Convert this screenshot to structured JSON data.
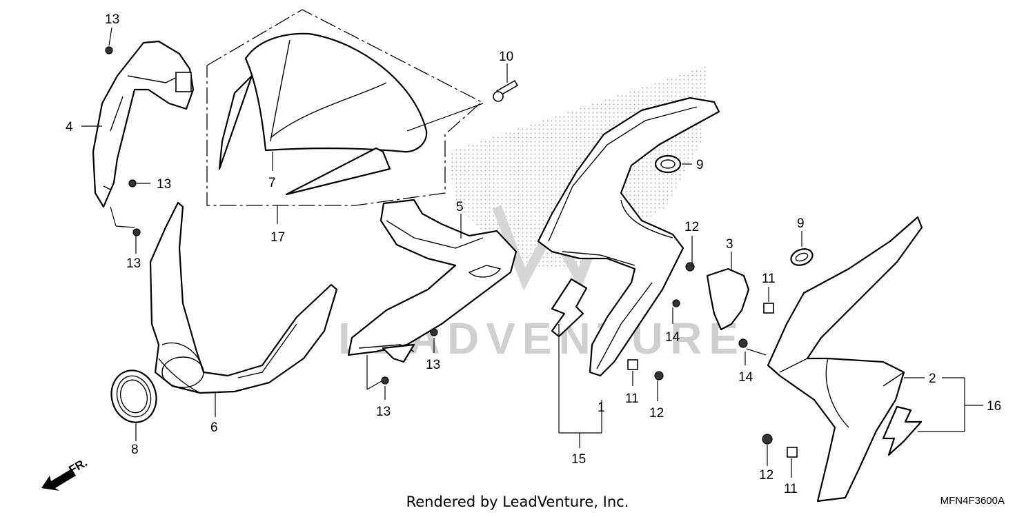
{
  "watermark_text": "LEADVENTURE",
  "footer_text": "Rendered by LeadVenture, Inc.",
  "diagram_code": "MFN4F3600A",
  "front_label": "FR.",
  "callouts": [
    "13",
    "13",
    "13",
    "4",
    "10",
    "7",
    "17",
    "5",
    "9",
    "12",
    "3",
    "9",
    "11",
    "14",
    "13",
    "13",
    "14",
    "6",
    "8",
    "11",
    "12",
    "1",
    "15",
    "2",
    "16",
    "12",
    "11"
  ]
}
